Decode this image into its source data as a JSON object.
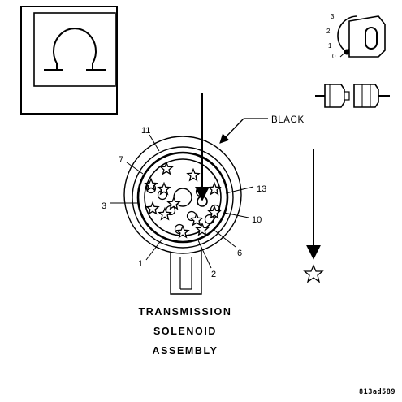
{
  "meter": {
    "symbol": "Ω",
    "icon": "ohmmeter-icon"
  },
  "ignition": {
    "icon": "ignition-switch-icon",
    "positions": [
      "3",
      "2",
      "1",
      "0"
    ]
  },
  "connector_icon": "connector-icon",
  "wire_label": "BLACK",
  "pin_labels": [
    {
      "id": "pin-11",
      "text": "11"
    },
    {
      "id": "pin-7",
      "text": "7"
    },
    {
      "id": "pin-3",
      "text": "3"
    },
    {
      "id": "pin-13",
      "text": "13"
    },
    {
      "id": "pin-10",
      "text": "10"
    },
    {
      "id": "pin-6",
      "text": "6"
    },
    {
      "id": "pin-1",
      "text": "1"
    },
    {
      "id": "pin-2",
      "text": "2"
    }
  ],
  "title": [
    "TRANSMISSION",
    "SOLENOID",
    "ASSEMBLY"
  ],
  "figure_id": "813ad589",
  "ground_symbol": "star-icon"
}
